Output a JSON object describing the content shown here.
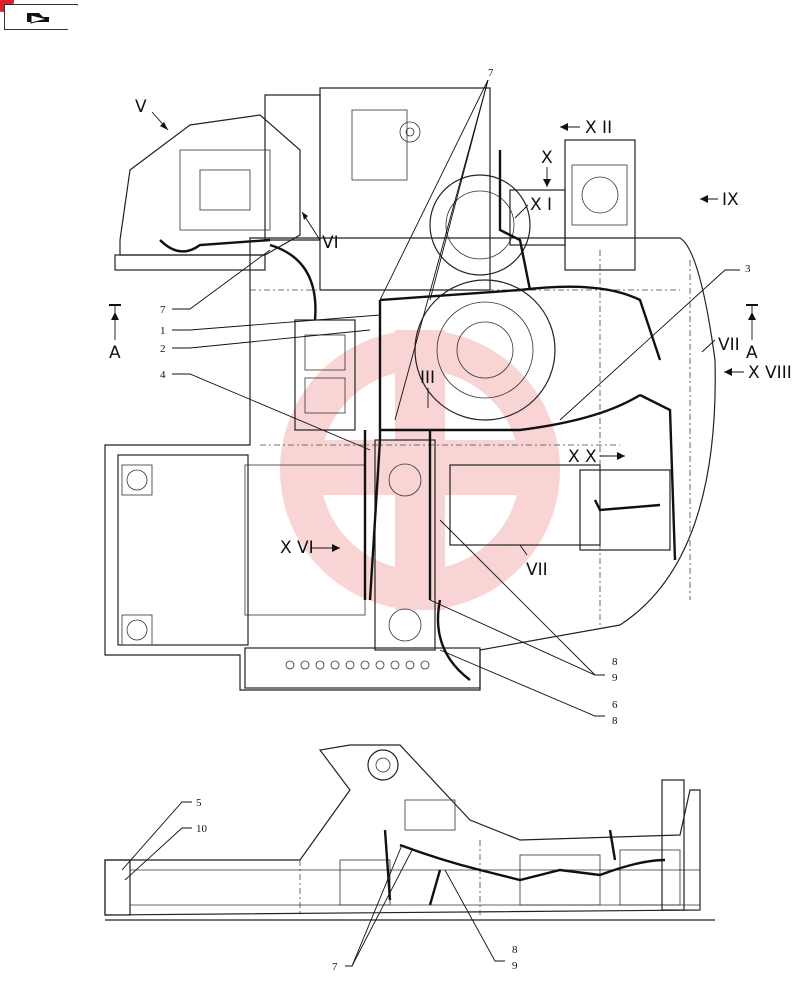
{
  "toolbar": {
    "nav_icon": "page-return-icon",
    "badge_color": "#e0202a"
  },
  "watermark_color": "#e84040",
  "view_labels": [
    "V",
    "VI",
    "X II",
    "X",
    "X I",
    "IX",
    "A",
    "A",
    "VII",
    "X VIII",
    "III",
    "X X",
    "X VI",
    "VII"
  ],
  "callouts_top": [
    "7",
    "7",
    "1",
    "2",
    "4",
    "3",
    "8",
    "9",
    "6",
    "8"
  ],
  "callouts_bottom": [
    "5",
    "10",
    "7",
    "8",
    "9"
  ]
}
